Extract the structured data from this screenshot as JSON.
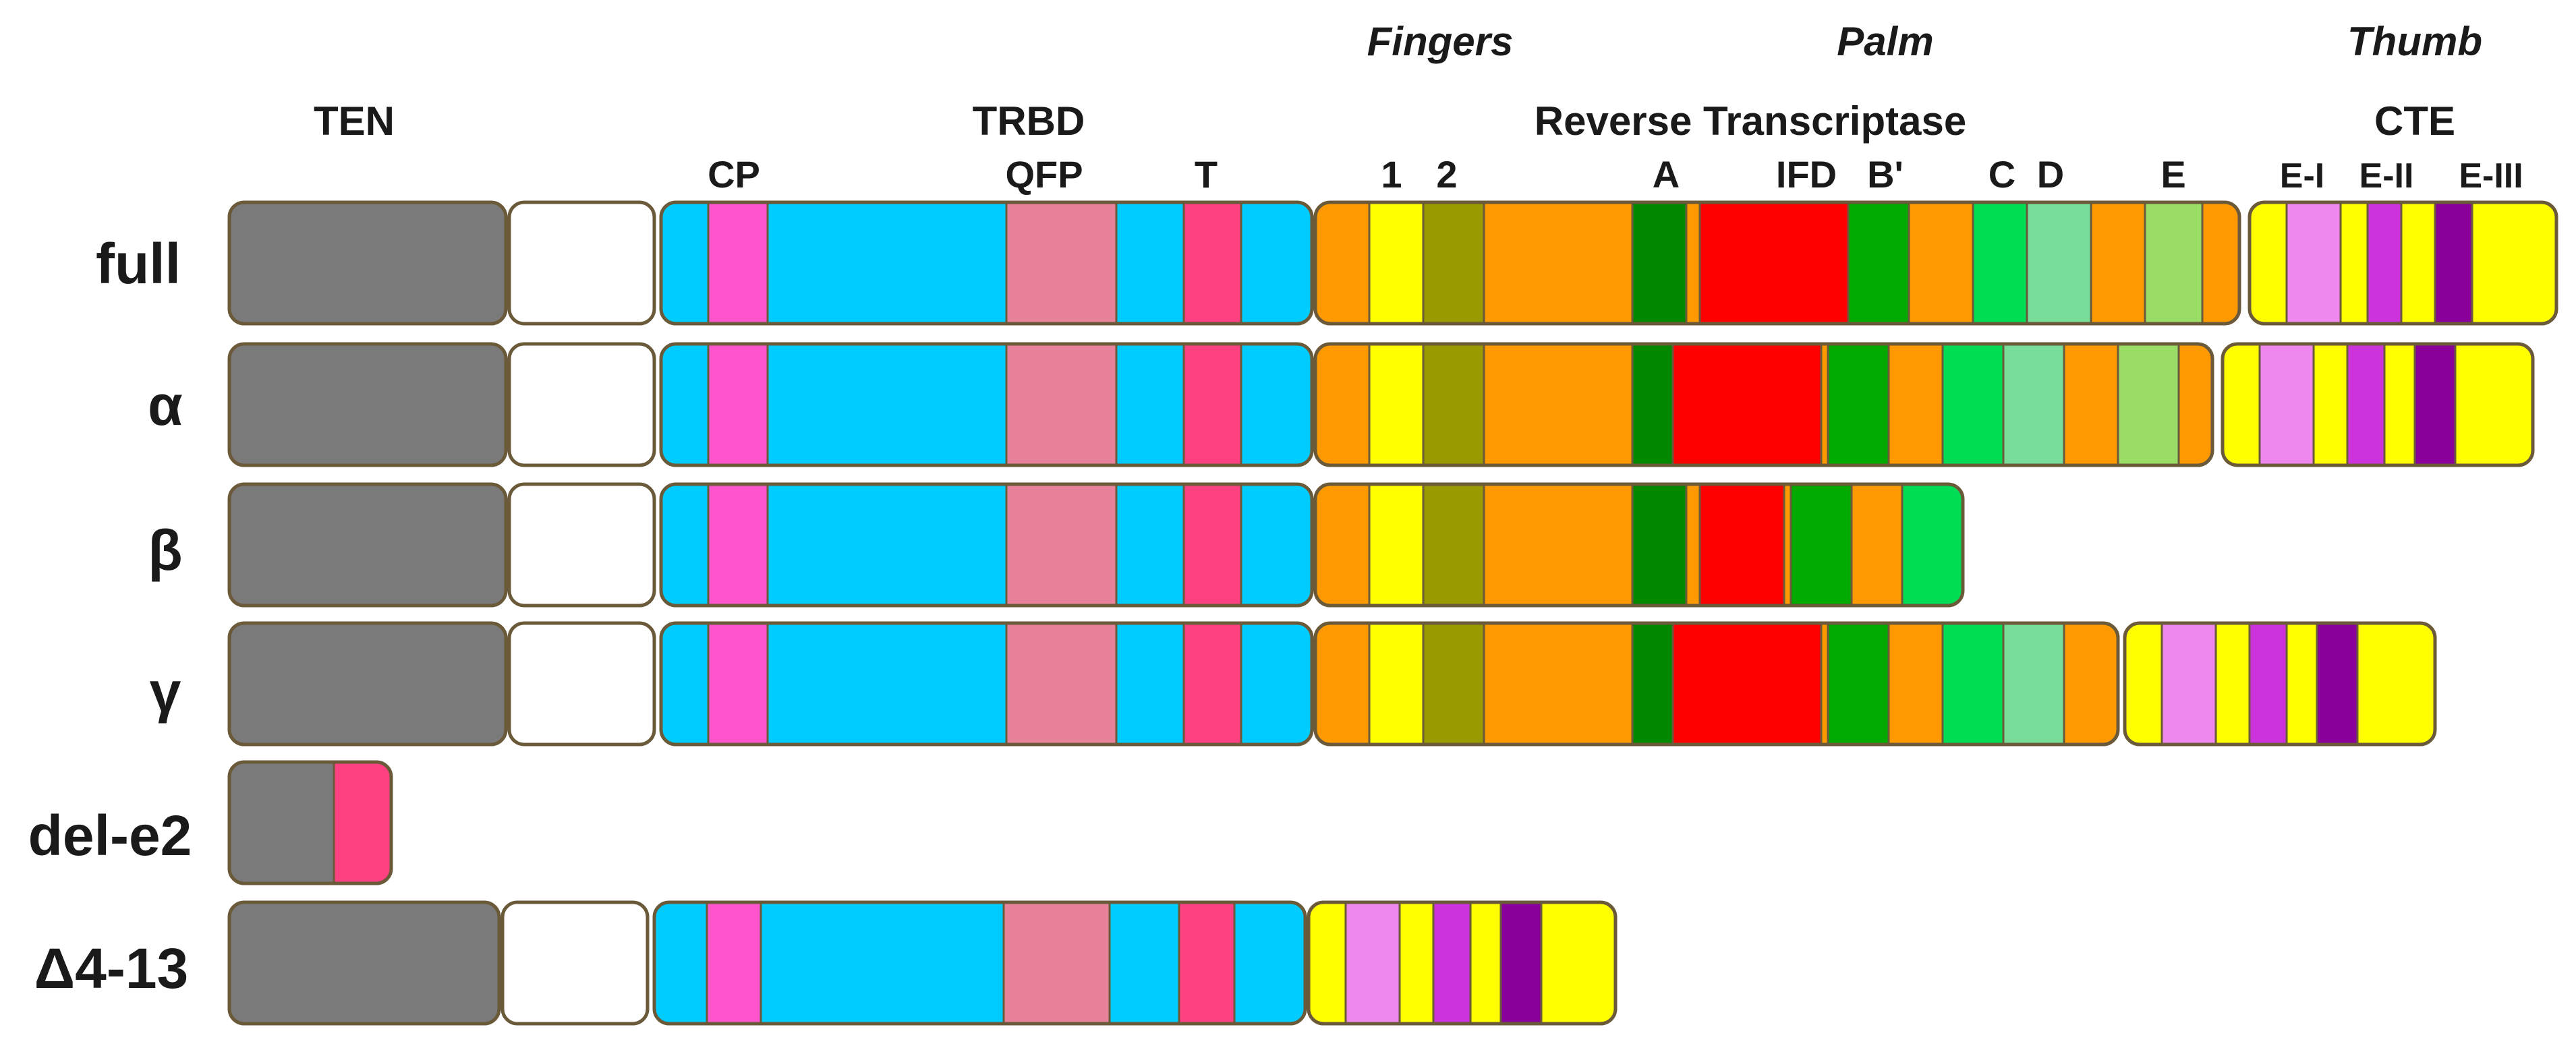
{
  "section_labels": {
    "ten": "TEN",
    "trbd": "TRBD",
    "rt": "Reverse Transcriptase",
    "cte": "CTE",
    "fingers": "Fingers",
    "palm": "Palm",
    "thumb": "Thumb"
  },
  "motif_labels": {
    "cp": "CP",
    "qfp": "QFP",
    "t": "T",
    "m1": "1",
    "m2": "2",
    "a": "A",
    "ifd": "IFD",
    "bprime": "B'",
    "c": "C",
    "d": "D",
    "e": "E",
    "ei": "E-I",
    "eii": "E-II",
    "eiii": "E-III"
  },
  "rows": [
    {
      "id": "full",
      "label": "full"
    },
    {
      "id": "alpha",
      "label": "α"
    },
    {
      "id": "beta",
      "label": "β"
    },
    {
      "id": "gamma",
      "label": "γ"
    },
    {
      "id": "del-e2",
      "label": "del-e2"
    },
    {
      "id": "delta4-13",
      "label": "Δ4-13"
    }
  ],
  "colors": {
    "outline": "#6b5a3a",
    "ten": "#7a7a7a",
    "linker": "#ffffff",
    "trbd": "#00ccff",
    "cp": "#ff55cc",
    "qfp": "#e8829a",
    "t": "#ff4081",
    "rt": "#ff9900",
    "m1": "#ffff00",
    "m2": "#999900",
    "a": "#008800",
    "ifd": "#ff0000",
    "bprime": "#00aa00",
    "c": "#00dd55",
    "d": "#77dd99",
    "e": "#99dd66",
    "cte": "#ffff00",
    "ei": "#ee88ee",
    "eii": "#cc33dd",
    "eiii": "#880099"
  }
}
